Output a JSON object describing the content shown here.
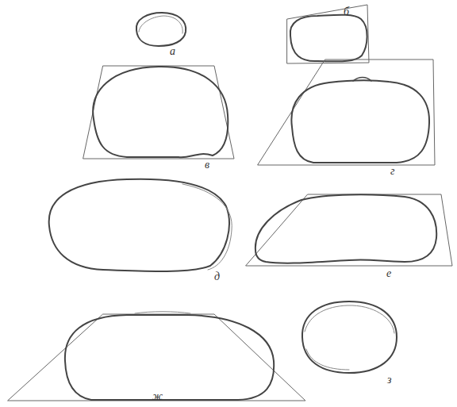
{
  "diagram": {
    "labels": [
      "а",
      "б",
      "в",
      "г",
      "д",
      "е",
      "ж",
      "з"
    ]
  }
}
